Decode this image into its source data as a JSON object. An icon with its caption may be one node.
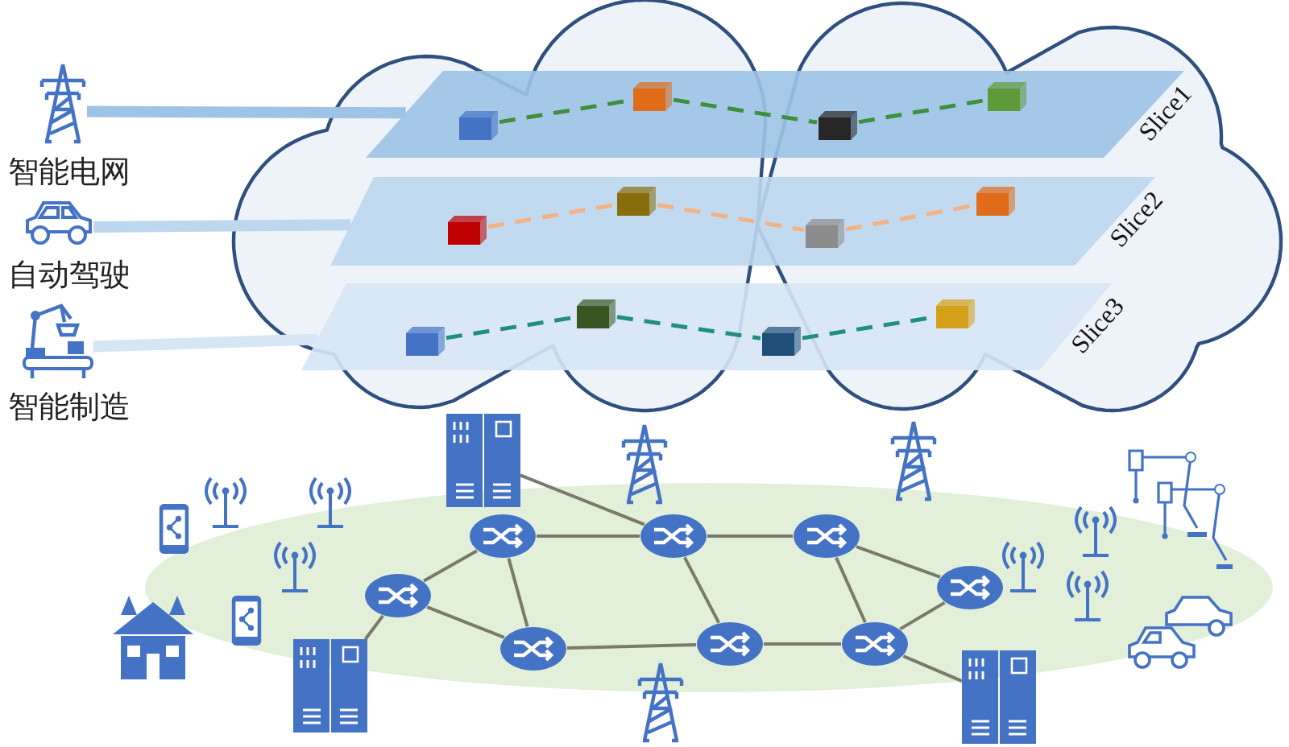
{
  "diagram": {
    "nodes": [
      {
        "text": [],
        "shape": "cloud"
      },
      {
        "text": [
          "Slice1"
        ],
        "in": 0
      },
      {
        "text": [],
        "shape": "box",
        "in": 1
      },
      {
        "text": [],
        "shape": "box",
        "in": 1
      },
      {
        "text": [],
        "shape": "box",
        "in": 1
      },
      {
        "text": [],
        "shape": "box",
        "in": 1
      },
      {
        "text": [
          "Slice2"
        ],
        "in": 0
      },
      {
        "text": [],
        "shape": "box",
        "in": 6
      },
      {
        "text": [],
        "shape": "box",
        "in": 6
      },
      {
        "text": [],
        "shape": "box",
        "in": 6
      },
      {
        "text": [],
        "shape": "box",
        "in": 6
      },
      {
        "text": [
          "Slice3"
        ],
        "in": 0
      },
      {
        "text": [],
        "shape": "box",
        "in": 11
      },
      {
        "text": [],
        "shape": "box",
        "in": 11
      },
      {
        "text": [],
        "shape": "box",
        "in": 11
      },
      {
        "text": [],
        "shape": "box",
        "in": 11
      },
      {
        "text": [
          "智能电网"
        ]
      },
      {
        "text": [
          "自动驾驶"
        ]
      },
      {
        "text": [
          "智能制造"
        ]
      },
      {
        "text": [],
        "shape": "picture"
      },
      {
        "text": [],
        "shape": "picture"
      },
      {
        "text": [],
        "shape": "picture"
      },
      {
        "text": [],
        "shape": "circle"
      },
      {
        "text": [],
        "shape": "circle"
      },
      {
        "text": [],
        "shape": "circle"
      },
      {
        "text": [],
        "shape": "circle"
      },
      {
        "text": [],
        "shape": "circle"
      },
      {
        "text": [],
        "shape": "circle"
      },
      {
        "text": [],
        "shape": "circle"
      },
      {
        "text": [],
        "shape": "circle"
      }
    ],
    "edges": [
      {
        "from": 2,
        "to": 3,
        "arrow": "none",
        "style": "dashed",
        "color": "#3f8f3f"
      },
      {
        "from": 3,
        "to": 4,
        "arrow": "none",
        "style": "dashed",
        "color": "#3f8f3f"
      },
      {
        "from": 4,
        "to": 5,
        "arrow": "none",
        "style": "dashed",
        "color": "#3f8f3f"
      },
      {
        "from": 7,
        "to": 8,
        "arrow": "none",
        "style": "dashed",
        "color": "#f4b183"
      },
      {
        "from": 8,
        "to": 9,
        "arrow": "none",
        "style": "dashed",
        "color": "#f4b183"
      },
      {
        "from": 9,
        "to": 10,
        "arrow": "none",
        "style": "dashed",
        "color": "#f4b183"
      },
      {
        "from": 12,
        "to": 13,
        "arrow": "none",
        "style": "dashed",
        "color": "#1f8f80"
      },
      {
        "from": 13,
        "to": 14,
        "arrow": "none",
        "style": "dashed",
        "color": "#1f8f80"
      },
      {
        "from": 14,
        "to": 15,
        "arrow": "none",
        "style": "dashed",
        "color": "#1f8f80"
      },
      {
        "from": 16,
        "to": 1,
        "arrow": "none",
        "style": "thick",
        "color": "#9dc3e6"
      },
      {
        "from": 17,
        "to": 6,
        "arrow": "none",
        "style": "thick",
        "color": "#bdd7ee"
      },
      {
        "from": 18,
        "to": 11,
        "arrow": "none",
        "style": "thick",
        "color": "#d6e6f5"
      },
      {
        "from": 20,
        "to": 25,
        "arrow": "none"
      },
      {
        "from": 23,
        "to": 25,
        "arrow": "none"
      },
      {
        "from": 22,
        "to": 23,
        "arrow": "none"
      },
      {
        "from": 22,
        "to": 24,
        "arrow": "none"
      },
      {
        "from": 23,
        "to": 24,
        "arrow": "none"
      },
      {
        "from": 22,
        "to": 19,
        "arrow": "none"
      },
      {
        "from": 24,
        "to": 26,
        "arrow": "none"
      },
      {
        "from": 25,
        "to": 26,
        "arrow": "none"
      },
      {
        "from": 25,
        "to": 27,
        "arrow": "none"
      },
      {
        "from": 27,
        "to": 28,
        "arrow": "none"
      },
      {
        "from": 27,
        "to": 29,
        "arrow": "none"
      },
      {
        "from": 26,
        "to": 28,
        "arrow": "none"
      },
      {
        "from": 28,
        "to": 29,
        "arrow": "none"
      },
      {
        "from": 28,
        "to": 21,
        "arrow": "none"
      }
    ]
  }
}
